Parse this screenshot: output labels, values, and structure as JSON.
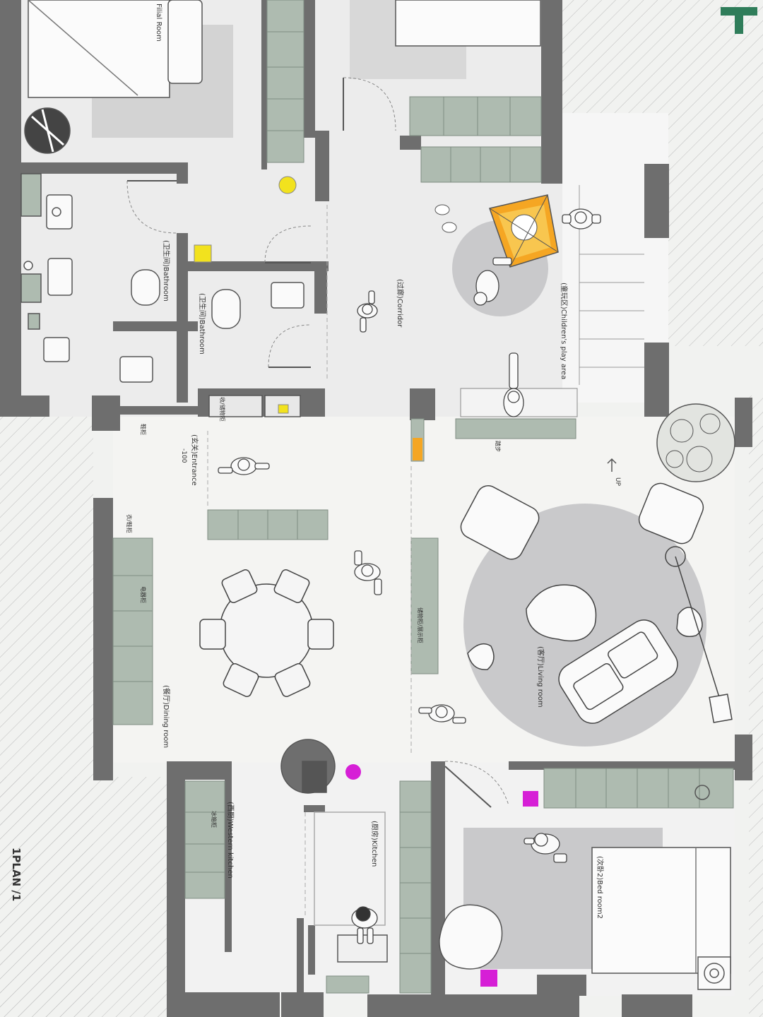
{
  "drawing": {
    "sheet_title": "1PLAN /1"
  },
  "rooms": {
    "filial_room": "Filial Room",
    "bathroom_1": "(卫生间)Bathroom",
    "bathroom_2": "(卫生间)Bathroom",
    "corridor": "(过廊)Corridor",
    "childrens_play_area": "(童玩区)Children's play area",
    "entrance": "(玄关)Entrance",
    "entrance_level": "-100",
    "living_room": "(客厅)Living room",
    "dining_room": "(餐厅)Dining room",
    "western_kitchen": "(西厨)Western kitchen",
    "kitchen": "(厨房)Kitchen",
    "bedroom_2": "(次卧2)Bed room2"
  },
  "annotations": {
    "up_marker": "UP",
    "shoe_cabinet": "鞋柜",
    "entry_cabinet": "衣/鞋柜",
    "storage_cabinet": "收/储物柜",
    "tall_cabinet": "电器柜",
    "tv_cabinet": "储物柜/展示柜",
    "steps": "踏步",
    "fridge_cabinet": "冰箱柜"
  },
  "legend_colors": {
    "wall": "#6e6e6e",
    "cabinet": "#aebbb0",
    "rug": "#c9c9cb",
    "accent_yellow": "#f2e21e",
    "accent_orange": "#f5a623",
    "accent_magenta": "#d61fd6"
  }
}
